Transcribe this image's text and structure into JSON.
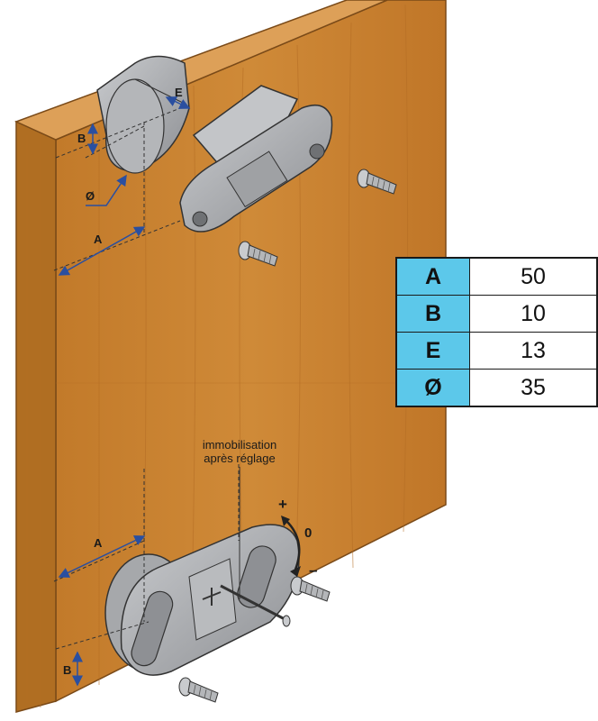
{
  "labels": {
    "a_top": "A",
    "b_top": "B",
    "e_top": "E",
    "diam_top": "Ø",
    "a_bottom": "A",
    "b_bottom": "B"
  },
  "adjustment": {
    "note_line1": "immobilisation",
    "note_line2": "après réglage",
    "plus": "+",
    "zero": "0",
    "minus": "–"
  },
  "dimensions": [
    {
      "key": "A",
      "value": "50"
    },
    {
      "key": "B",
      "value": "10"
    },
    {
      "key": "E",
      "value": "13"
    },
    {
      "key": "Ø",
      "value": "35"
    }
  ],
  "colors": {
    "wood": "#c9832f",
    "wood_top": "#dda058",
    "wood_edge": "#b06e22",
    "metal": "#a9abae",
    "dim_line": "#2a4fa0",
    "table_key": "#5cc8ea"
  }
}
